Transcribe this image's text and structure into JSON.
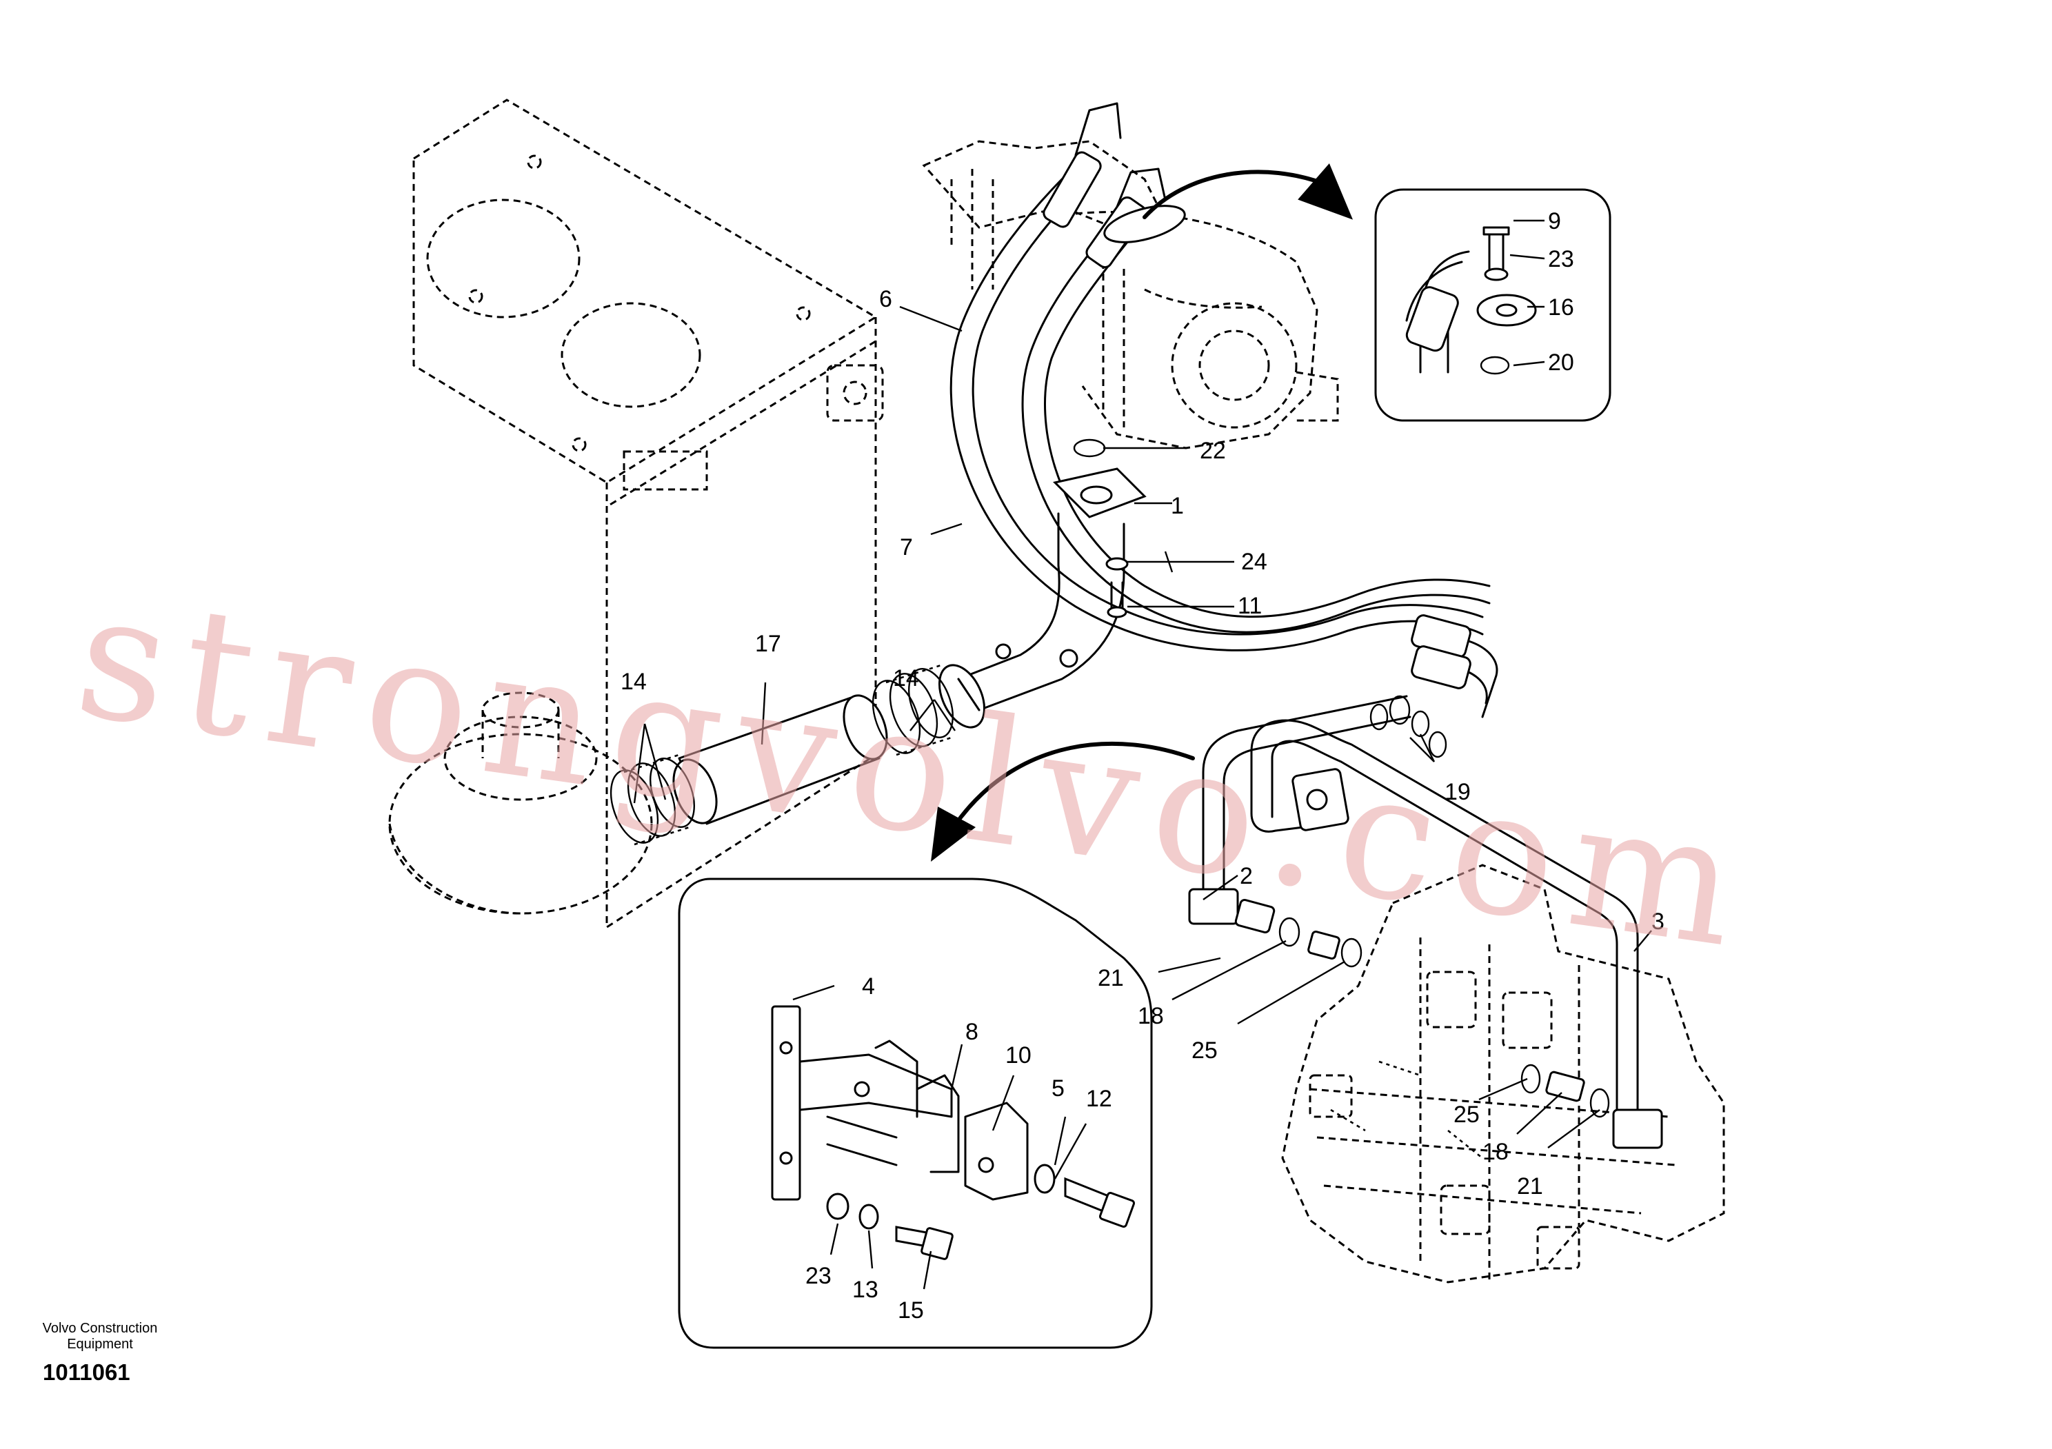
{
  "watermark": "strongvolvo.com",
  "caption": {
    "line1": "Volvo Construction",
    "line2": "Equipment",
    "drawing_number": "1011061"
  },
  "callouts": {
    "p1": "1",
    "p2": "2",
    "p3": "3",
    "p4": "4",
    "p5": "5",
    "p6": "6",
    "p7": "7",
    "p8": "8",
    "p9": "9",
    "p10": "10",
    "p11": "11",
    "p12": "12",
    "p13": "13",
    "p14a": "14",
    "p14b": "14",
    "p15": "15",
    "p16": "16",
    "p17": "17",
    "p18a": "18",
    "p18b": "18",
    "p19": "19",
    "p20": "20",
    "p21a": "21",
    "p21b": "21",
    "p22": "22",
    "p23a": "23",
    "p23b": "23",
    "p24": "24",
    "p25a": "25",
    "p25b": "25"
  }
}
